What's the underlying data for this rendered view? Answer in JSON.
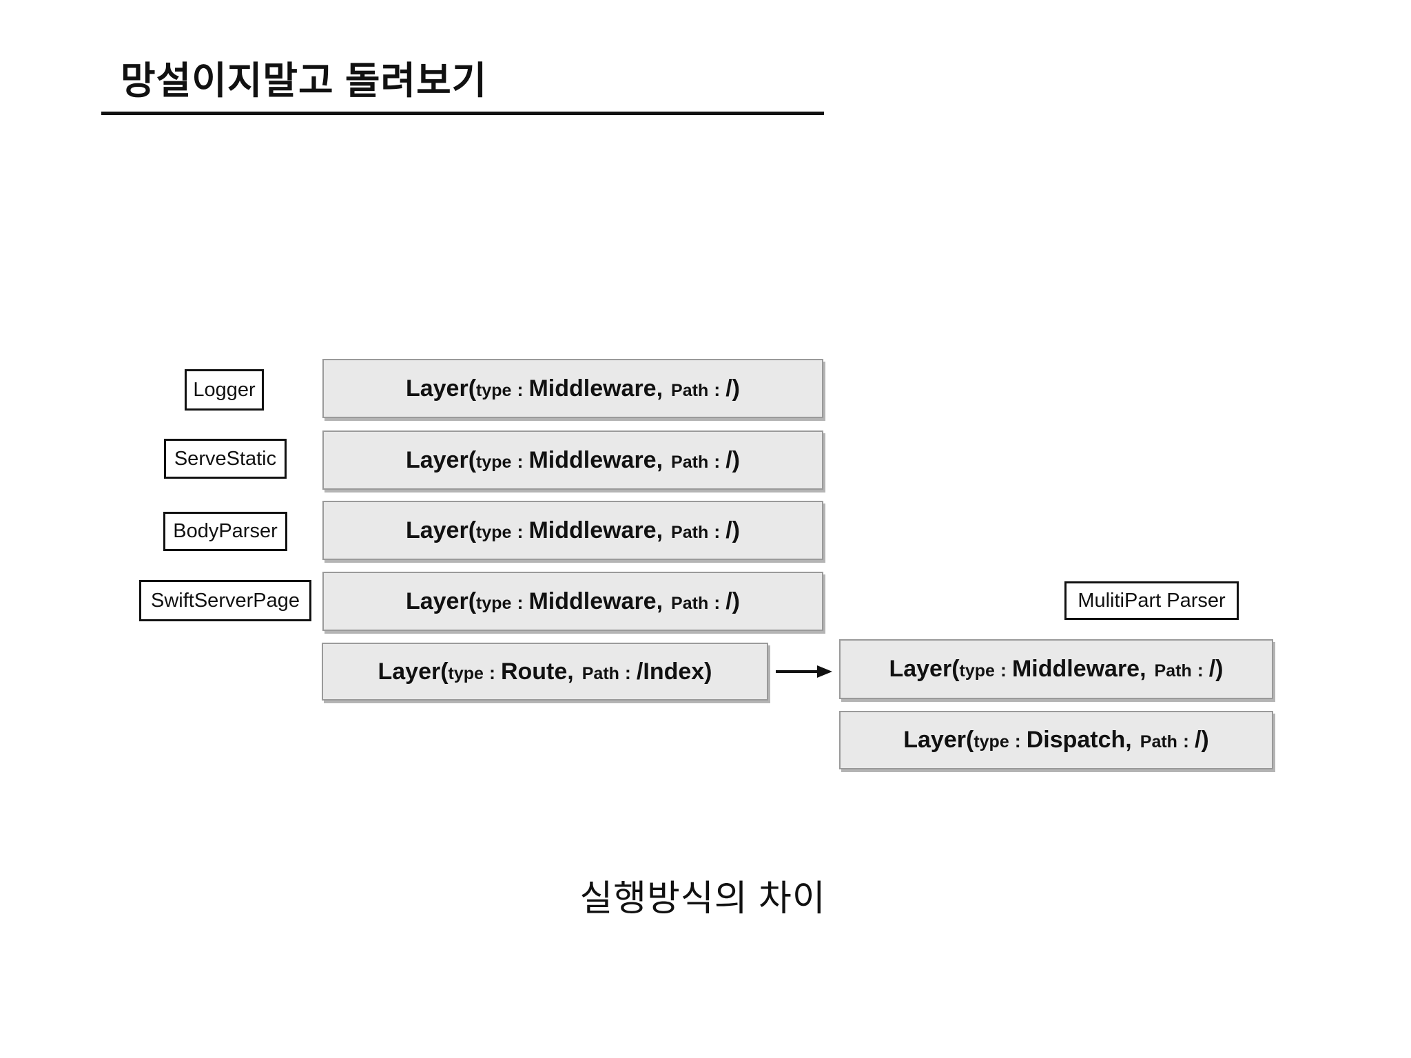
{
  "colors": {
    "box_fill": "#e9e9e9",
    "box_border": "#9a9a9a",
    "ink": "#111111"
  },
  "header": {
    "title": "망설이지말고 돌려보기"
  },
  "diagram": {
    "rows": [
      {
        "label": "Logger",
        "layer": {
          "kw": "Layer(",
          "t": "type",
          "c": ":",
          "tv": "Middleware,",
          "p": "Path",
          "c2": ":",
          "pv": "/)"
        }
      },
      {
        "label": "ServeStatic",
        "layer": {
          "kw": "Layer(",
          "t": "type",
          "c": ":",
          "tv": "Middleware,",
          "p": "Path",
          "c2": ":",
          "pv": "/)"
        }
      },
      {
        "label": "BodyParser",
        "layer": {
          "kw": "Layer(",
          "t": "type",
          "c": ":",
          "tv": "Middleware,",
          "p": "Path",
          "c2": ":",
          "pv": "/)"
        }
      },
      {
        "label": "SwiftServerPage",
        "layer": {
          "kw": "Layer(",
          "t": "type",
          "c": ":",
          "tv": "Middleware,",
          "p": "Path",
          "c2": ":",
          "pv": "/)"
        }
      }
    ],
    "route": {
      "layer": {
        "kw": "Layer(",
        "t": "type",
        "c": ":",
        "tv": "Route,",
        "p": "Path",
        "c2": ":",
        "pv": "/Index)"
      }
    },
    "right_column": {
      "label": "MulitiPart Parser",
      "layers": [
        {
          "kw": "Layer(",
          "t": "type",
          "c": ":",
          "tv": "Middleware,",
          "p": "Path",
          "c2": ":",
          "pv": "/)"
        },
        {
          "kw": "Layer(",
          "t": "type",
          "c": ":",
          "tv": "Dispatch,",
          "p": "Path",
          "c2": ":",
          "pv": "/)"
        }
      ]
    }
  },
  "caption": "실행방식의 차이"
}
